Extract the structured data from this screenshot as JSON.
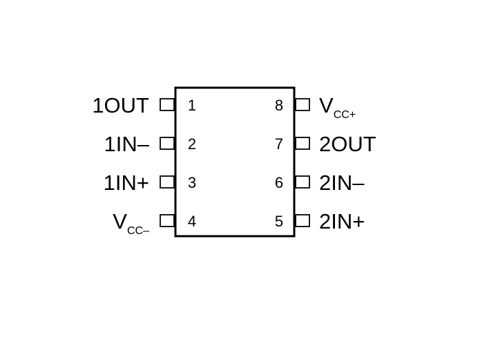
{
  "package": {
    "left_pins": [
      {
        "number": "1",
        "name": "1OUT",
        "sub": ""
      },
      {
        "number": "2",
        "name": "1IN–",
        "sub": ""
      },
      {
        "number": "3",
        "name": "1IN+",
        "sub": ""
      },
      {
        "number": "4",
        "name": "V",
        "sub": "CC–"
      }
    ],
    "right_pins": [
      {
        "number": "8",
        "name": "V",
        "sub": "CC+"
      },
      {
        "number": "7",
        "name": "2OUT",
        "sub": ""
      },
      {
        "number": "6",
        "name": "2IN–",
        "sub": ""
      },
      {
        "number": "5",
        "name": "2IN+",
        "sub": ""
      }
    ],
    "colors": {
      "stroke": "#000000",
      "background": "#ffffff"
    }
  }
}
